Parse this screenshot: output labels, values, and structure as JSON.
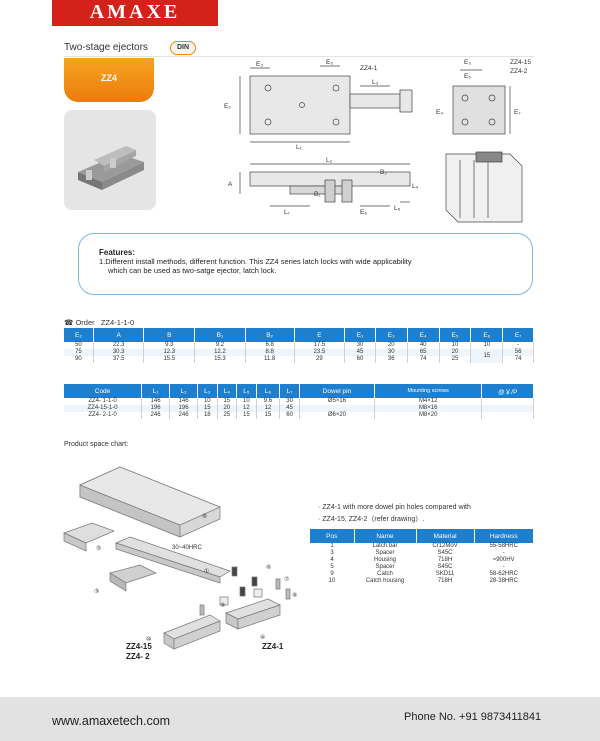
{
  "header": {
    "brand": "AMAXE",
    "title": "Two-stage ejectors",
    "badge": "DIN",
    "model": "ZZ4"
  },
  "drawing_labels": {
    "e3": "E₃",
    "e5": "E₅",
    "e2": "E₂",
    "e1": "E₁",
    "e4": "E₄",
    "e7": "E₇",
    "l1": "L₁",
    "l2": "L₂",
    "l3": "L₃",
    "l4": "L₄",
    "l5": "L₅",
    "l7": "L₇",
    "a": "A",
    "b1": "B₁",
    "b2": "B₂",
    "e6": "E₆",
    "callout_top": "ZZ4-1",
    "callout_right_1": "ZZ4-15",
    "callout_right_2": "ZZ4-2"
  },
  "features": {
    "heading": "Features:",
    "line1": "1.Different install methods, different function. This ZZ4 series latch locks with wide applicability",
    "line2": "which can be used as two-satge ejector, latch lock."
  },
  "order": {
    "label": "Order",
    "code": "ZZ4-1-1-0"
  },
  "table1": {
    "headers": [
      "E₂",
      "A",
      "B",
      "B₁",
      "B₂",
      "E",
      "E₁",
      "E₃",
      "E₄",
      "E₅",
      "E₆",
      "E₇"
    ],
    "rows": [
      [
        "50",
        "22.3",
        "9.3",
        "9.2",
        "6.8",
        "17.5",
        "30",
        "20",
        "40",
        "10",
        "10",
        "-"
      ],
      [
        "75",
        "30.3",
        "12.3",
        "12.2",
        "8.8",
        "23.5",
        "45",
        "30",
        "65",
        "20",
        "",
        "56"
      ],
      [
        "90",
        "37.5",
        "15.5",
        "15.3",
        "11.8",
        "29",
        "60",
        "36",
        "74",
        "25",
        "15",
        "74"
      ]
    ]
  },
  "table2": {
    "headers": [
      "Code",
      "L₁",
      "L₂",
      "L₃",
      "L₄",
      "L₅",
      "L₆",
      "L₇",
      "Dowel pin",
      "Mounting screws",
      "@￥/P"
    ],
    "rows": [
      [
        "ZZ4- 1-1-0",
        "146",
        "146",
        "10",
        "15",
        "10",
        "9.6",
        "30",
        "Ø5×16",
        "M4×12",
        ""
      ],
      [
        "ZZ4-15-1-0",
        "196",
        "196",
        "15",
        "20",
        "12",
        "12",
        "45",
        "",
        "M8×16",
        ""
      ],
      [
        "ZZ4- 2-1-0",
        "246",
        "246",
        "18",
        "25",
        "15",
        "15",
        "60",
        "Ø6×20",
        "M8×20",
        ""
      ]
    ]
  },
  "product_space_chart": "Product space chart:",
  "exploded_labels": {
    "dim": "30~40HRC",
    "group1_a": "ZZ4-15",
    "group1_b": "ZZ4- 2",
    "group2": "ZZ4-1",
    "pos1": "①",
    "pos3": "③",
    "pos4": "④",
    "pos5": "⑤",
    "pos6": "⑥",
    "pos7": "⑦",
    "pos8": "⑧",
    "pos9": "⑨",
    "pos10": "⑩"
  },
  "notes": {
    "line1": "· ZZ4-1 with more dowel pin holes compared with",
    "line2": "· ZZ4-15, ZZ4-2（refer drawing）."
  },
  "materials": {
    "headers": [
      "Pos",
      "Name",
      "Material",
      "Hardness"
    ],
    "rows": [
      [
        "1",
        "Latch bar",
        "Cr12MoV",
        "55-58HRC"
      ],
      [
        "3",
        "Spacer",
        "S45C",
        "-"
      ],
      [
        "4",
        "Housing",
        "718H",
        "≈900HV"
      ],
      [
        "5",
        "Spacer",
        "S45C",
        "-"
      ],
      [
        "9",
        "Catch",
        "SKD11",
        "58-62HRC"
      ],
      [
        "10",
        "Catch housing",
        "718H",
        "28-38HRC"
      ]
    ]
  },
  "footer": {
    "website": "www.amaxetech.com",
    "phone": "Phone No. +91 9873411841"
  },
  "colors": {
    "brand_red": "#d4221a",
    "orange": "#f08a00",
    "table_blue": "#1e7fce",
    "features_border": "#7eb5e8"
  }
}
